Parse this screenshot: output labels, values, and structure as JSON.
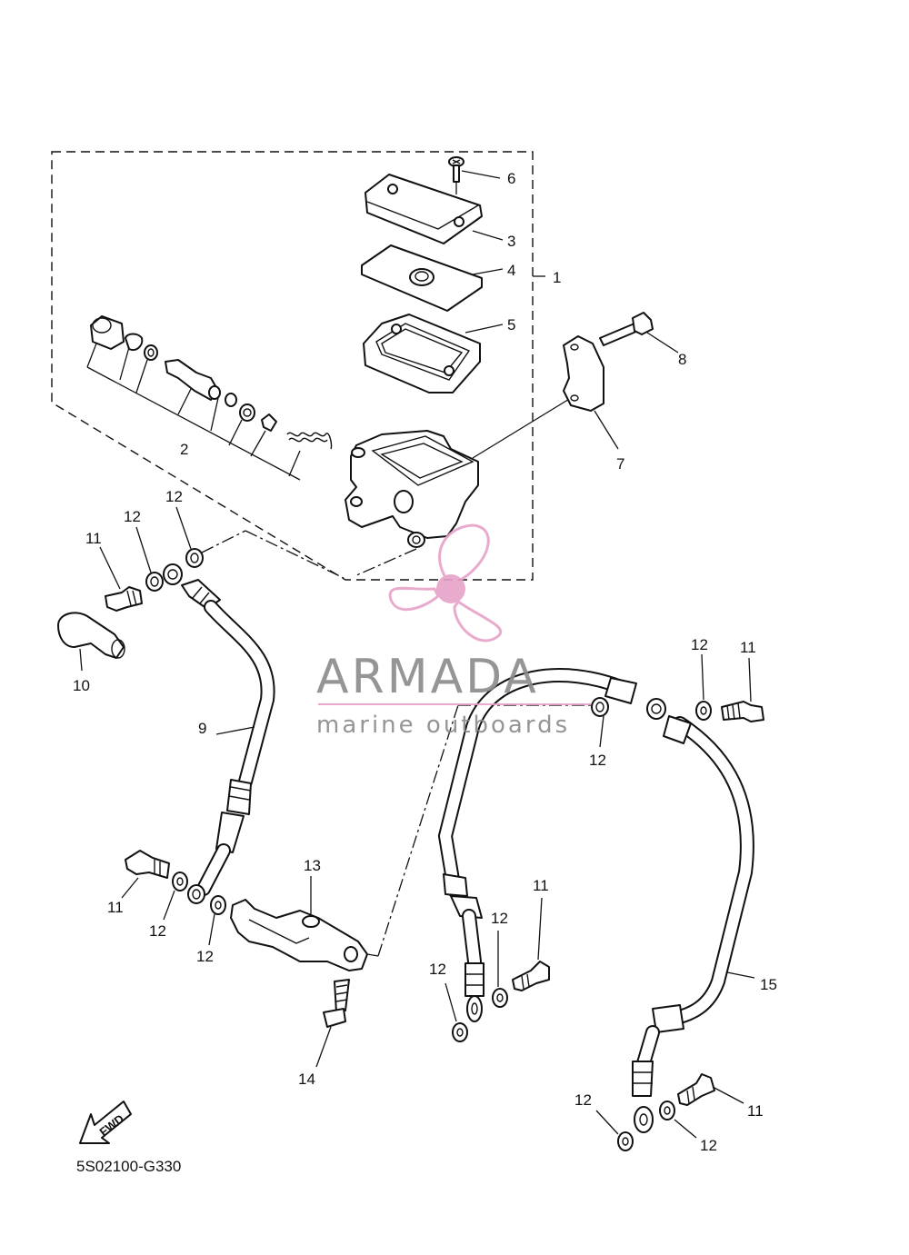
{
  "diagram_code": "5S02100-G330",
  "fwd_label": "FWD",
  "watermark": {
    "brand": "ARMADA",
    "tagline": "marine outboards",
    "accent_color": "#e7a2c8",
    "text_color": "#8a8a8a"
  },
  "callouts": {
    "c1": "1",
    "c2": "2",
    "c3": "3",
    "c4": "4",
    "c5": "5",
    "c6": "6",
    "c7": "7",
    "c8": "8",
    "c9": "9",
    "c10": "10",
    "c11a": "11",
    "c11b": "11",
    "c11c": "11",
    "c11d": "11",
    "c12a": "12",
    "c12b": "12",
    "c12c": "12",
    "c12d": "12",
    "c12e": "12",
    "c12f": "12",
    "c12g": "12",
    "c12h": "12",
    "c12i": "12",
    "c12j": "12",
    "c13": "13",
    "c14": "14",
    "c15": "15"
  }
}
